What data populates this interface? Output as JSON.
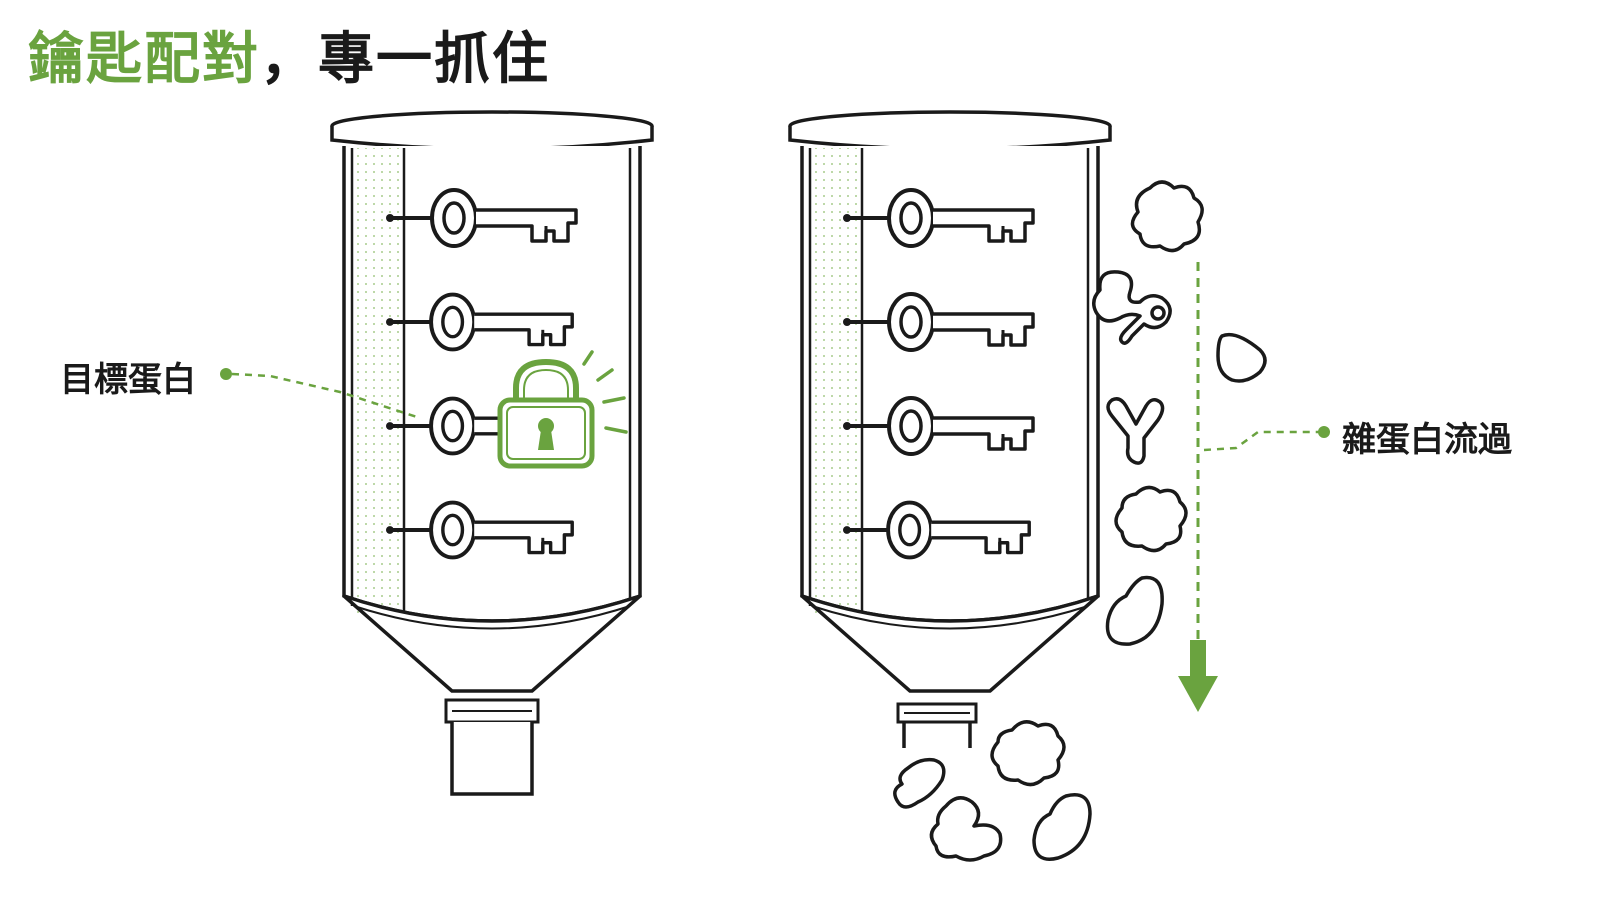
{
  "title": {
    "highlight": "鑰匙配對",
    "rest": "，專一抓住"
  },
  "labels": {
    "target_protein": "目標蛋白",
    "flow_through": "雜蛋白流過"
  },
  "colors": {
    "accent": "#6aa33f",
    "ink": "#1a1a1a",
    "dots": "#8dbb6a"
  },
  "icons": {
    "left_column": "affinity-column-icon",
    "right_column": "affinity-column-icon",
    "key": "key-icon",
    "lock": "padlock-icon",
    "arrow": "arrow-down-icon"
  }
}
